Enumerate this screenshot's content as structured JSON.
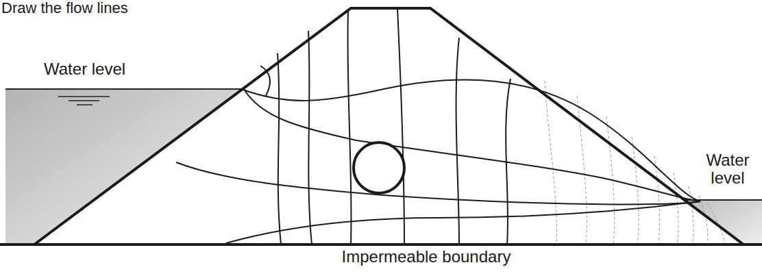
{
  "diagram": {
    "title": "Draw the flow lines",
    "labels": [
      "Water level",
      "Water level",
      "Impermeable boundary"
    ]
  }
}
